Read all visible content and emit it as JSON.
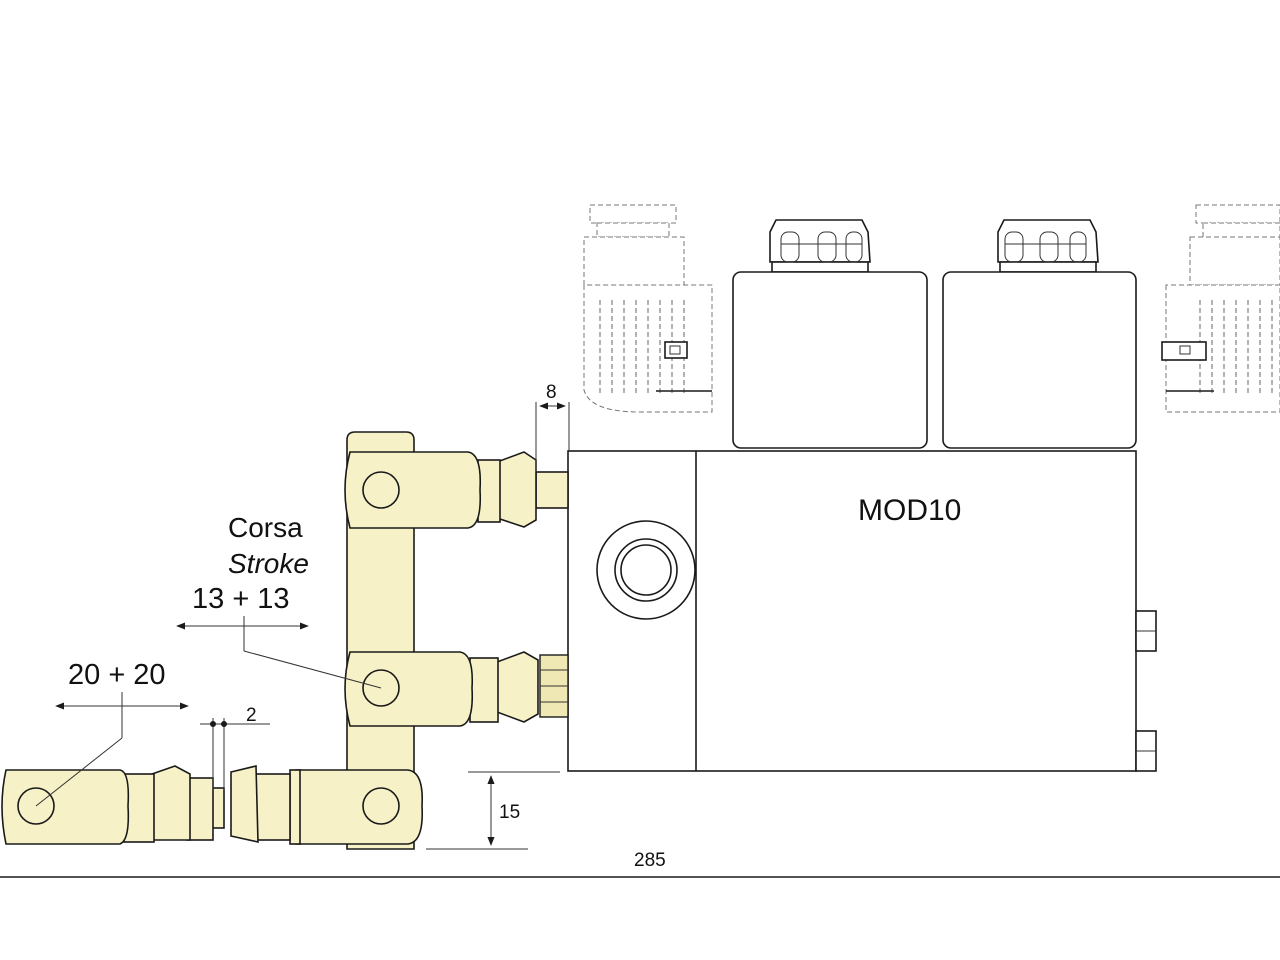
{
  "model_label": "MOD10",
  "stroke_label_it": "Corsa",
  "stroke_label_en": "Stroke",
  "stroke_small": "13 + 13",
  "stroke_large": "20 + 20",
  "dimensions": {
    "gap": "2",
    "offset_top": "8",
    "height_offset": "15",
    "total_length": "285"
  },
  "colors": {
    "linkage_fill": "#f6f1c7",
    "line": "#1a1a1a",
    "background": "#ffffff"
  }
}
